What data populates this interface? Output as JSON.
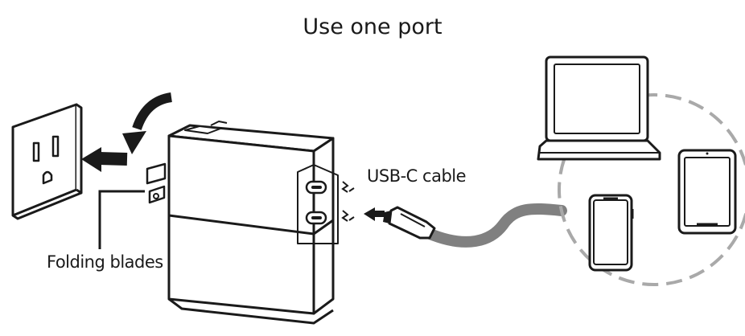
{
  "diagram": {
    "title": "Use one port",
    "labels": {
      "usb_cable": "USB-C cable",
      "folding_blades": "Folding blades"
    },
    "icons": [
      "wall-outlet-icon",
      "charger-icon",
      "usb-c-plug-icon",
      "laptop-icon",
      "tablet-icon",
      "phone-icon"
    ],
    "colors": {
      "line": "#1a1a1a",
      "cable": "#808080",
      "dashed_circle": "#a9a9a9",
      "background": "#ffffff"
    }
  }
}
